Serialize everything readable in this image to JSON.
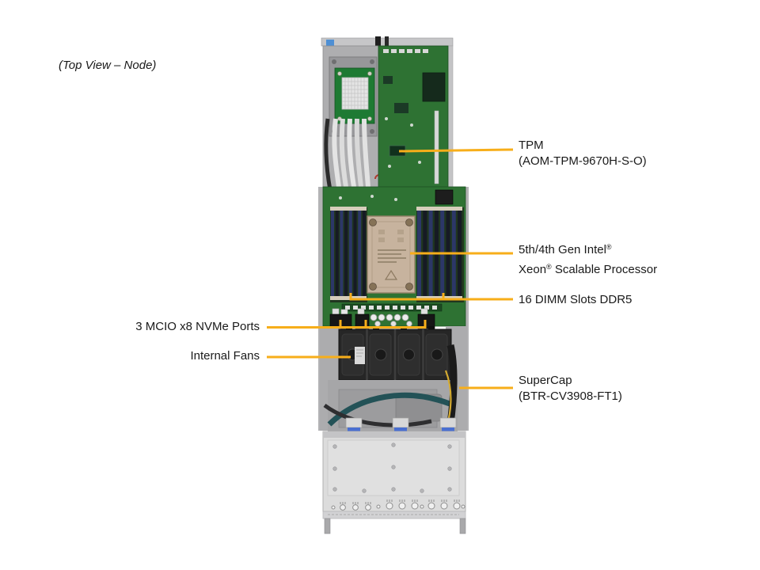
{
  "figure": {
    "title": "(Top View – Node)"
  },
  "colors": {
    "callout_line": "#F7AE1A",
    "pcb_green": "#2E7233",
    "chassis_gray": "#C2C2C4",
    "label_text": "#1A1A1A"
  },
  "callouts": {
    "tpm": {
      "line1": "TPM",
      "line2": "(AOM-TPM-9670H-S-O)"
    },
    "cpu": {
      "line1_text": "5th/4th Gen Intel",
      "line1_sup": "®",
      "line2_text1": "Xeon",
      "line2_sup": "®",
      "line2_text2": " Scalable Processor"
    },
    "dimm": {
      "text": "16 DIMM Slots DDR5"
    },
    "mcio": {
      "text": "3 MCIO x8 NVMe Ports"
    },
    "fans": {
      "text": "Internal Fans"
    },
    "supercap": {
      "line1": "SuperCap",
      "line2": "(BTR-CV3908-FT1)"
    }
  }
}
